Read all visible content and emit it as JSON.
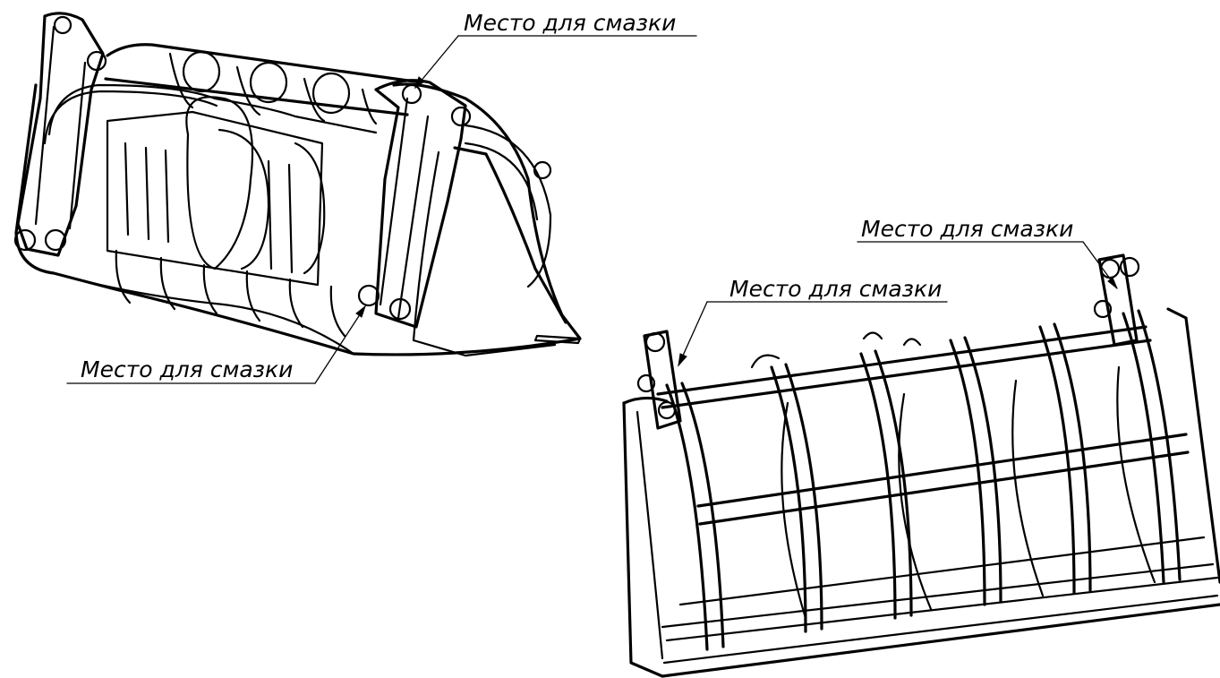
{
  "callouts": {
    "top_left_upper": "Место для смазки",
    "top_left_lower": "Место для смазки",
    "right_upper": "Место для смазки",
    "right_lower": "Место для смазки"
  },
  "figures": [
    "grapple-bucket-rear-view",
    "grapple-bucket-front-view"
  ],
  "colors": {
    "line": "#000000",
    "background": "#ffffff"
  }
}
